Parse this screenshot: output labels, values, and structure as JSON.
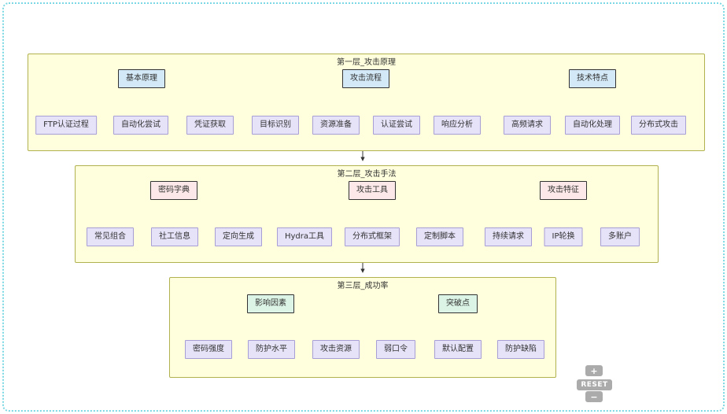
{
  "diagram": {
    "layers": [
      {
        "title": "第一层_攻击原理",
        "groups": [
          {
            "parent": "基本原理",
            "children": [
              "FTP认证过程",
              "自动化尝试",
              "凭证获取"
            ]
          },
          {
            "parent": "攻击流程",
            "children": [
              "目标识别",
              "资源准备",
              "认证尝试",
              "响应分析"
            ]
          },
          {
            "parent": "技术特点",
            "children": [
              "高频请求",
              "自动化处理",
              "分布式攻击"
            ]
          }
        ]
      },
      {
        "title": "第二层_攻击手法",
        "groups": [
          {
            "parent": "密码字典",
            "children": [
              "常见组合",
              "社工信息",
              "定向生成"
            ]
          },
          {
            "parent": "攻击工具",
            "children": [
              "Hydra工具",
              "分布式框架",
              "定制脚本"
            ]
          },
          {
            "parent": "攻击特征",
            "children": [
              "持续请求",
              "IP轮换",
              "多账户"
            ]
          }
        ]
      },
      {
        "title": "第三层_成功率",
        "groups": [
          {
            "parent": "影响因素",
            "children": [
              "密码强度",
              "防护水平",
              "攻击资源"
            ]
          },
          {
            "parent": "突破点",
            "children": [
              "弱口令",
              "默认配置",
              "防护缺陷"
            ]
          }
        ]
      }
    ]
  },
  "controls": {
    "zoom_in": "+",
    "reset": "RESET",
    "zoom_out": "−"
  },
  "colors": {
    "panel_fill": "#ffffde",
    "panel_border": "#b1b14f",
    "parent_fills": [
      "#d3e9f7",
      "#fce8e8",
      "#dcf4e6"
    ],
    "parent_border": "#333333",
    "leaf_fill": "#e6e2f8",
    "leaf_border": "#a79ed6",
    "arrow": "#333333",
    "selection_border": "#79d8e2",
    "control_bg": "#ababab",
    "control_text": "#ffffff"
  }
}
